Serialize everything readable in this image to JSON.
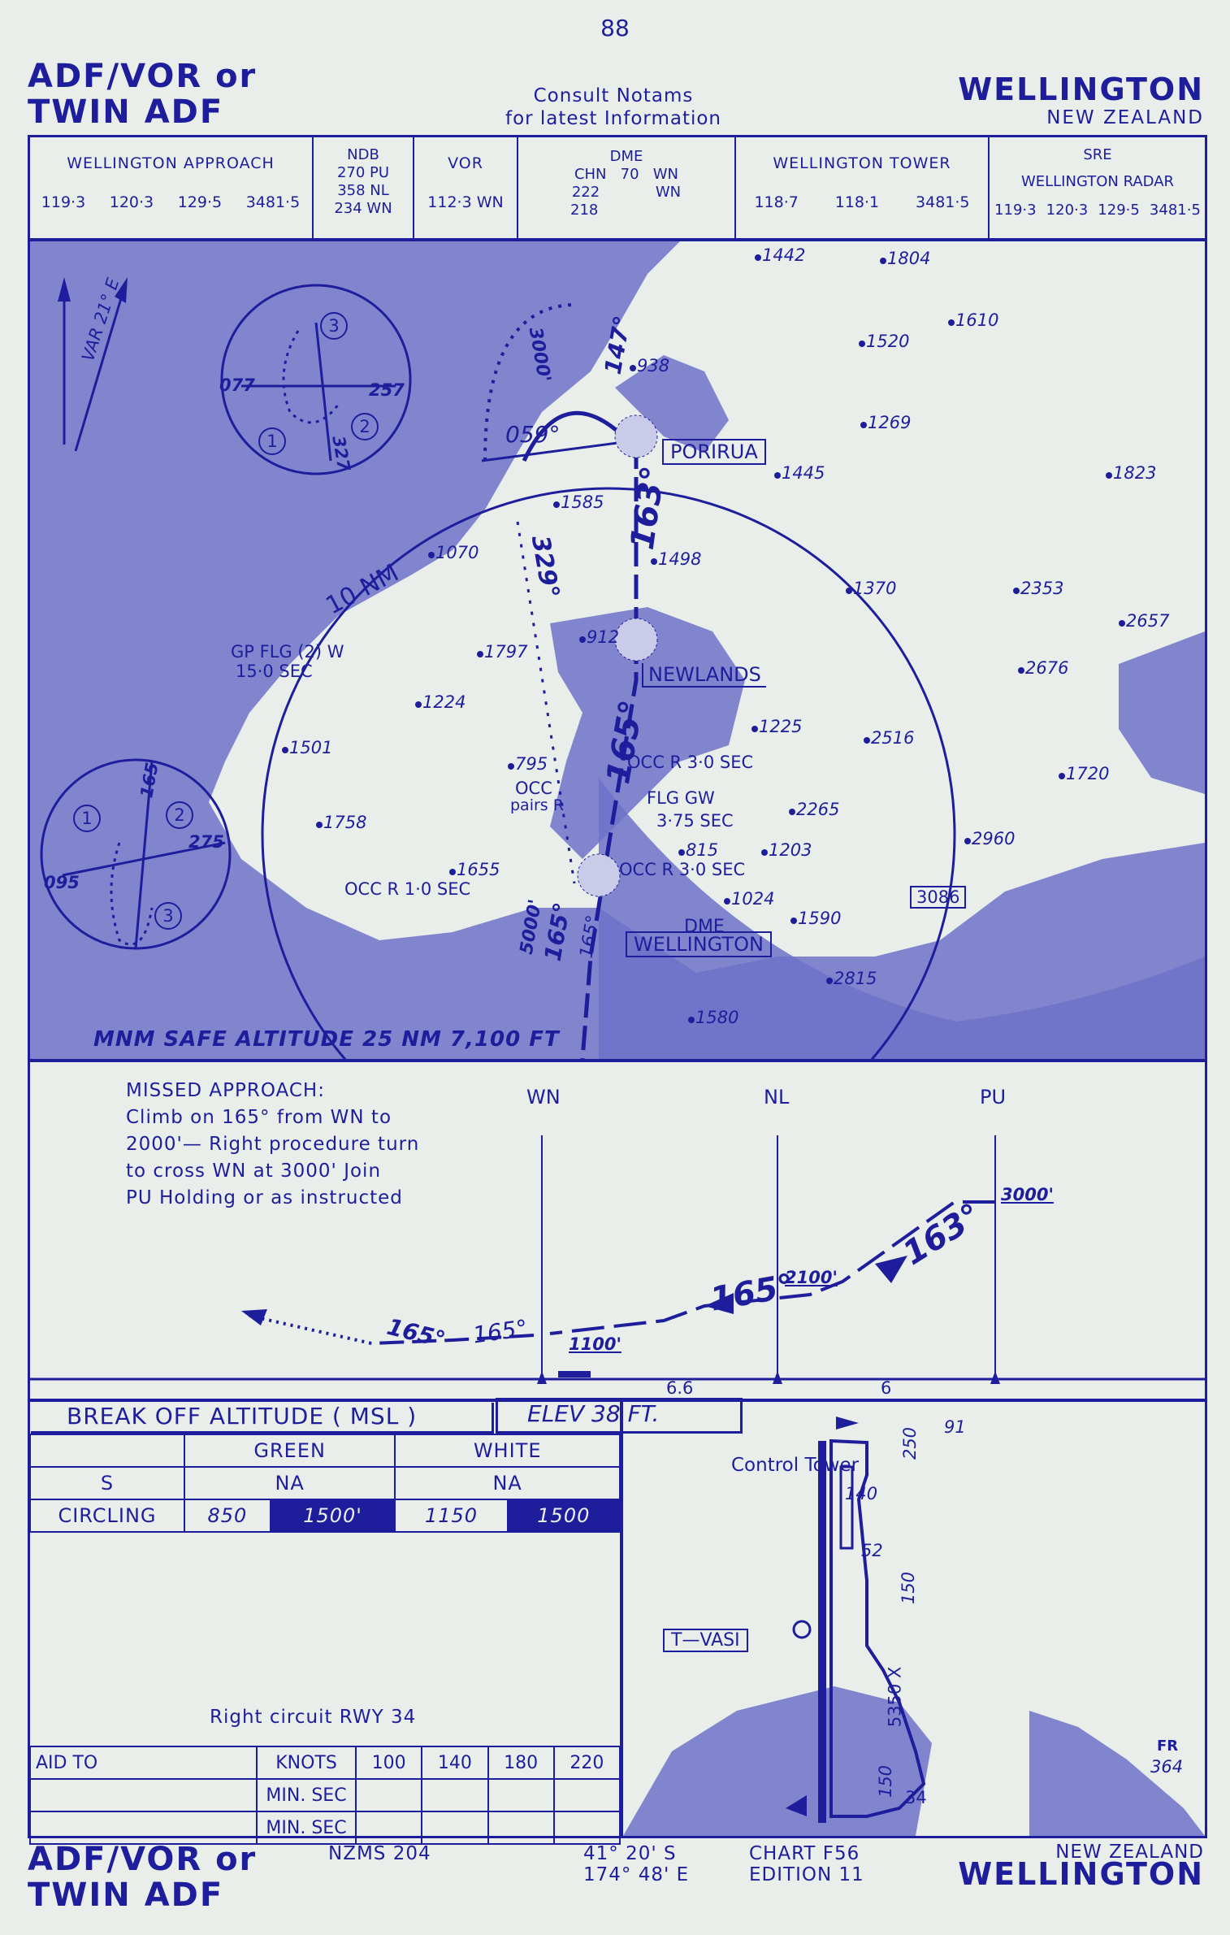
{
  "page_number": "88",
  "header": {
    "procedure_title_1": "ADF/VOR or",
    "procedure_title_2": "TWIN ADF",
    "notams_1": "Consult  Notams",
    "notams_2": "for latest Information",
    "city": "WELLINGTON",
    "country": "NEW ZEALAND"
  },
  "comms": {
    "approach": {
      "title": "WELLINGTON  APPROACH",
      "freqs": [
        "119·3",
        "120·3",
        "129·5",
        "3481·5"
      ]
    },
    "ndb": {
      "title": "NDB",
      "lines": [
        "270    PU",
        "358    NL",
        "234   WN"
      ]
    },
    "vor": {
      "title": "VOR",
      "freq": "112·3  WN"
    },
    "dme": {
      "title": "DME",
      "lines": [
        "CHN   70   WN",
        "222            WN",
        "218"
      ]
    },
    "tower": {
      "title": "WELLINGTON  TOWER",
      "freqs": [
        "118·7",
        "118·1",
        "3481·5"
      ]
    },
    "sre": {
      "title": "SRE",
      "subtitle": "WELLINGTON  RADAR",
      "freqs": [
        "119·3",
        "120·3",
        "129·5",
        "3481·5"
      ]
    }
  },
  "plan_view": {
    "variation": "VAR 21° E",
    "range_ring": "10 NM",
    "porirua": "PORIRUA",
    "newlands": "NEWLANDS",
    "dme_label": "DME",
    "wellington_label": "WELLINGTON",
    "gp_flg": "GP FLG (2) W",
    "gp_flg_sec": "15·0 SEC",
    "occ_r_1": "OCC R 1·0 SEC",
    "occ_r_3a": "OCC R 3·0 SEC",
    "occ_r_3b": "OCC  R  3·0 SEC",
    "occ_pairs_1": "OCC",
    "occ_pairs_2": "pairs R",
    "flg_gw": "FLG  GW",
    "flg_gw_sec": "3·75 SEC",
    "msa": "MNM SAFE ALTITUDE 25 NM 7,100 FT",
    "box_3086": "3086",
    "course_163": "163°",
    "course_165": "165°",
    "course_329": "329°",
    "course_059": "059°",
    "course_147": "147°",
    "alt_3000": "3000'",
    "alt_5000": "5000'",
    "course_165b": "165°",
    "course_165c": "165°",
    "hold_pu": {
      "inbound": "077",
      "outbound": "257",
      "leg": "327",
      "n1": "1",
      "n2": "2",
      "n3": "3"
    },
    "hold_wn": {
      "inbound": "095",
      "outbound": "275",
      "leg": "165",
      "n1": "1",
      "n2": "2",
      "n3": "3"
    },
    "elevations": [
      {
        "v": "1442"
      },
      {
        "v": "1804"
      },
      {
        "v": "1610"
      },
      {
        "v": "1520"
      },
      {
        "v": "938"
      },
      {
        "v": "1269"
      },
      {
        "v": "1823"
      },
      {
        "v": "1445"
      },
      {
        "v": "1585"
      },
      {
        "v": "1070"
      },
      {
        "v": "1498"
      },
      {
        "v": "1370"
      },
      {
        "v": "2353"
      },
      {
        "v": "2657"
      },
      {
        "v": "912"
      },
      {
        "v": "1797"
      },
      {
        "v": "2676"
      },
      {
        "v": "1224"
      },
      {
        "v": "1225"
      },
      {
        "v": "2516"
      },
      {
        "v": "1501"
      },
      {
        "v": "795"
      },
      {
        "v": "1720"
      },
      {
        "v": "2265"
      },
      {
        "v": "1758"
      },
      {
        "v": "815"
      },
      {
        "v": "1203"
      },
      {
        "v": "2960"
      },
      {
        "v": "1655"
      },
      {
        "v": "1024"
      },
      {
        "v": "1590"
      },
      {
        "v": "2815"
      },
      {
        "v": "1580"
      }
    ]
  },
  "profile": {
    "missed_approach": [
      "MISSED APPROACH:",
      "Climb on 165° from WN to",
      "2000'— Right procedure turn",
      "to cross WN at 3000'  Join",
      "PU   Holding or as instructed"
    ],
    "fix_wn": "WN",
    "fix_nl": "NL",
    "fix_pu": "PU",
    "alt_3000": "3000'",
    "alt_2100": "2100'",
    "alt_1100": "1100'",
    "course_163": "163°",
    "course_165": "165°",
    "course_165_ma": "165°",
    "course_165_out": "165°",
    "dist_1": "6.6",
    "dist_2": "6"
  },
  "minima": {
    "title": "BREAK  OFF  ALTITUDE   ( MSL )",
    "elev": "ELEV   38       FT.",
    "col_green": "GREEN",
    "col_white": "WHITE",
    "row_s": "S",
    "s_green": "NA",
    "s_white": "NA",
    "row_circling": "CIRCLING",
    "circ_green_1": "850",
    "circ_green_2": "1500'",
    "circ_white_1": "1150",
    "circ_white_2": "1500",
    "right_circuit": "Right circuit RWY 34"
  },
  "timing": {
    "aid_to": "AID TO",
    "knots": "KNOTS",
    "speeds": [
      "100",
      "140",
      "180",
      "220"
    ],
    "min_sec_1": "MIN. SEC",
    "min_sec_2": "MIN. SEC"
  },
  "aerodrome": {
    "control_tower": "Control Tower",
    "tower_elev": "140",
    "obst_52": "52",
    "rwy_16": "91",
    "elev_250": "250",
    "elev_150a": "150",
    "elev_150b": "150",
    "rwy_34": "34",
    "length": "5350  X",
    "tvasi": "T—VASI",
    "fr": "FR",
    "fr_elev": "364"
  },
  "footer": {
    "title_1": "ADF/VOR or",
    "title_2": "TWIN ADF",
    "nzms": "NZMS  204",
    "lat": "41° 20' S",
    "lon": "174° 48' E",
    "chart": "CHART   F56",
    "edition": "EDITION 11",
    "country": "NEW  ZEALAND",
    "city": "WELLINGTON"
  },
  "colors": {
    "ink": "#1e1e9c",
    "paper": "#e9eeea",
    "land": "#6f72c8"
  }
}
